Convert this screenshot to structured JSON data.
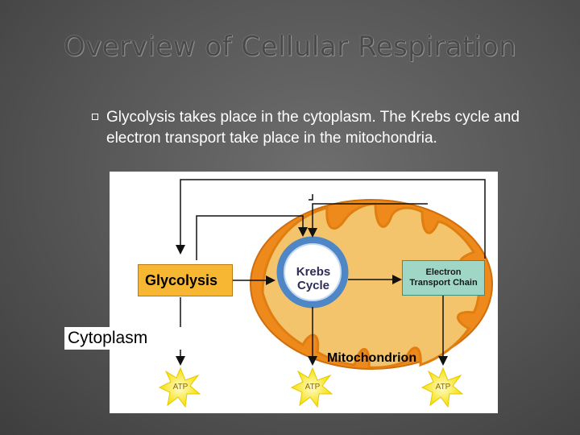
{
  "slide": {
    "title": "Overview of Cellular Respiration",
    "bullet": "Glycolysis takes place in the cytoplasm. The Krebs cycle and electron transport take place in the mitochondria."
  },
  "diagram": {
    "glycolysis": "Glycolysis",
    "krebs_line1": "Krebs",
    "krebs_line2": "Cycle",
    "etc_line1": "Electron",
    "etc_line2": "Transport  Chain",
    "cytoplasm": "Cytoplasm",
    "mitochondrion": "Mitochondrion",
    "atp": "ATP",
    "colors": {
      "mitochondrion_outer": "#ee8a1c",
      "mitochondrion_inner": "#f4c46c",
      "glycolysis_box": "#f7b733",
      "etc_box": "#9fd6c6",
      "krebs_ring": "#4f86c6",
      "atp_star": "#f6e000"
    }
  }
}
